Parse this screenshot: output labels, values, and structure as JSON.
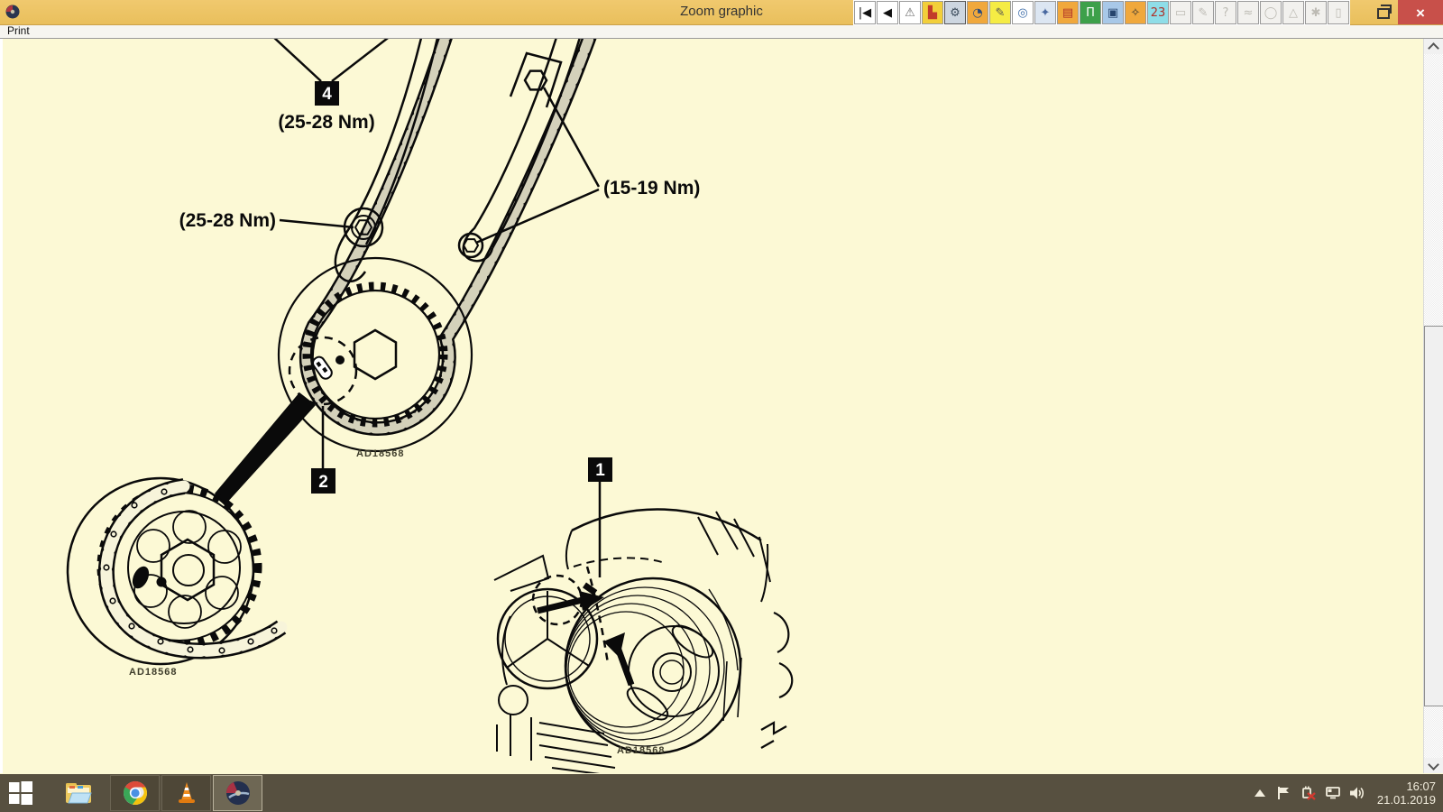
{
  "window": {
    "title": "Zoom graphic"
  },
  "menu": {
    "print": "Print"
  },
  "toolbar": {
    "buttons": [
      {
        "name": "first-page-icon",
        "glyph": "|◀",
        "bg": "#ffffff",
        "fg": "#111111"
      },
      {
        "name": "back-icon",
        "glyph": "◀",
        "bg": "#ffffff",
        "fg": "#111111"
      },
      {
        "name": "warning-icon",
        "glyph": "⚠",
        "bg": "#ffffff",
        "fg": "#6a6a6a"
      },
      {
        "name": "vehicle-dashboard-icon",
        "glyph": "▙",
        "bg": "#f2cf3a",
        "fg": "#c23b2a"
      },
      {
        "name": "repair-tools-icon",
        "glyph": "⚙",
        "bg": "#cdd6e0",
        "fg": "#3c4c5c",
        "active": true
      },
      {
        "name": "service-globe-icon",
        "glyph": "◔",
        "bg": "#f0a83c",
        "fg": "#2a4a7c"
      },
      {
        "name": "adjustments-pen-icon",
        "glyph": "✎",
        "bg": "#f5ec44",
        "fg": "#555555"
      },
      {
        "name": "wheel-icon",
        "glyph": "◎",
        "bg": "#ffffff",
        "fg": "#3c6ca8"
      },
      {
        "name": "components-icon",
        "glyph": "✦",
        "bg": "#dce6f2",
        "fg": "#4868a0"
      },
      {
        "name": "bodywork-icon",
        "glyph": "▤",
        "bg": "#f0a83c",
        "fg": "#b03028"
      },
      {
        "name": "vehicle-lift-icon",
        "glyph": "Π",
        "bg": "#3da04a",
        "fg": "#ffffff"
      },
      {
        "name": "epb-car-icon",
        "glyph": "▣",
        "bg": "#a8c8e8",
        "fg": "#26456e"
      },
      {
        "name": "key-fob-icon",
        "glyph": "✧",
        "bg": "#f0a83c",
        "fg": "#333333"
      },
      {
        "name": "numbers-car-icon",
        "glyph": "23",
        "bg": "#8fdde8",
        "fg": "#b03028"
      },
      {
        "name": "car-outline-icon",
        "glyph": "▭",
        "bg": "#f2f1ee",
        "fg": "#b8b6b0",
        "disabled": true
      },
      {
        "name": "notes-icon",
        "glyph": "✎",
        "bg": "#f2f1ee",
        "fg": "#b8b6b0",
        "disabled": true
      },
      {
        "name": "help-icon",
        "glyph": "?",
        "bg": "#f2f1ee",
        "fg": "#b8b6b0",
        "disabled": true
      },
      {
        "name": "exhaust-icon",
        "glyph": "≈",
        "bg": "#f2f1ee",
        "fg": "#b8b6b0",
        "disabled": true
      },
      {
        "name": "gauge-icon",
        "glyph": "◯",
        "bg": "#f2f1ee",
        "fg": "#b8b6b0",
        "disabled": true
      },
      {
        "name": "hazard-triangle-icon",
        "glyph": "△",
        "bg": "#f2f1ee",
        "fg": "#b8b6b0",
        "disabled": true
      },
      {
        "name": "engine-icon",
        "glyph": "✱",
        "bg": "#f2f1ee",
        "fg": "#b8b6b0",
        "disabled": true
      },
      {
        "name": "door-frame-icon",
        "glyph": "▯",
        "bg": "#f2f1ee",
        "fg": "#b8b6b0",
        "disabled": true
      }
    ]
  },
  "diagram": {
    "callout_4": "4",
    "torque_under_4": "(25-28 Nm)",
    "torque_left": "(25-28 Nm)",
    "torque_right": "(15-19 Nm)",
    "callout_2": "2",
    "callout_1": "1",
    "ref_cam_sprocket": "AD18568",
    "ref_crank_sprocket": "AD18568",
    "ref_pulley": "AD18568"
  },
  "taskbar": {
    "time": "16:07",
    "date": "21.01.2019",
    "apps": [
      "start",
      "file-explorer",
      "chrome",
      "vlc",
      "autodata-disc"
    ]
  },
  "colors": {
    "titlebar": "#edc464",
    "close_button": "#c8504a",
    "canvas": "#fcf9d5",
    "taskbar": "#575040",
    "chain_link": "#d4d1ba"
  }
}
